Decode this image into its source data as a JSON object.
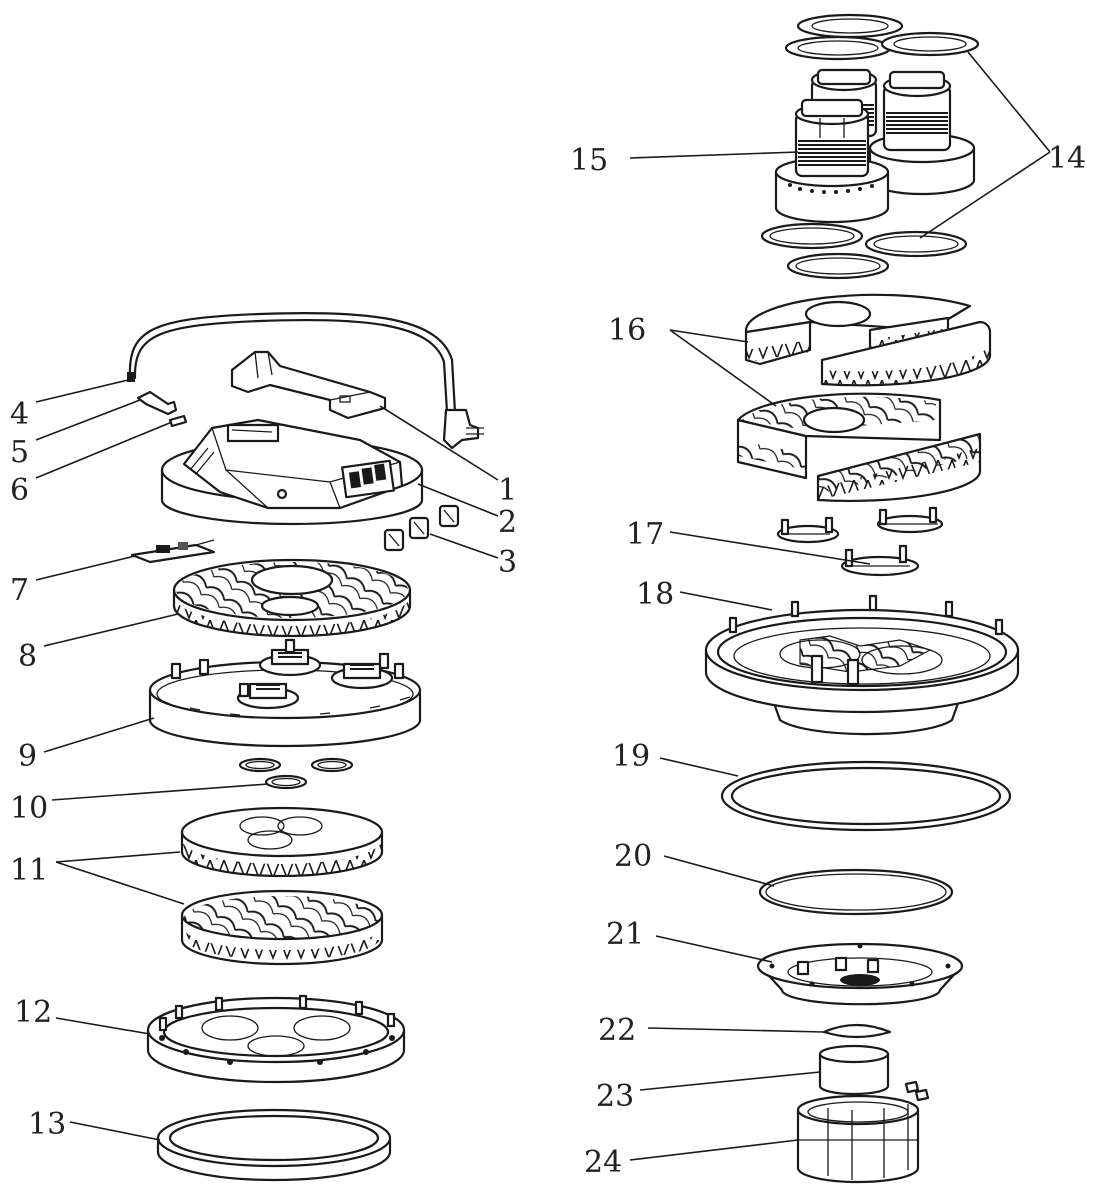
{
  "labels": {
    "p1": "1",
    "p2": "2",
    "p3": "3",
    "p4": "4",
    "p5": "5",
    "p6": "6",
    "p7": "7",
    "p8": "8",
    "p9": "9",
    "p10": "10",
    "p11": "11",
    "p12": "12",
    "p13": "13",
    "p14": "14",
    "p15": "15",
    "p16": "16",
    "p17": "17",
    "p18": "18",
    "p19": "19",
    "p20": "20",
    "p21": "21",
    "p22": "22",
    "p23": "23",
    "p24": "24"
  }
}
